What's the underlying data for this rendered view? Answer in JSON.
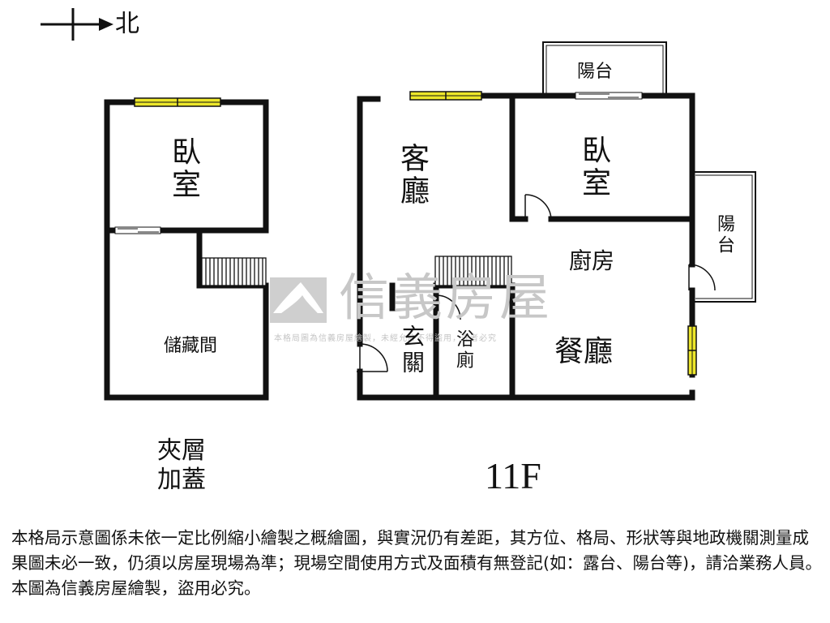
{
  "compass": {
    "direction_label": "北"
  },
  "rooms": {
    "mezz_bedroom": "臥室",
    "storage": "儲藏間",
    "living_room": "客廳",
    "main_bedroom": "臥室",
    "kitchen": "廚房",
    "dining_room": "餐廳",
    "entrance": "玄關",
    "bathroom": "浴廁",
    "balcony_top": "陽台",
    "balcony_right": "陽台"
  },
  "labels": {
    "mezzanine_line1": "夾層",
    "mezzanine_line2": "加蓋",
    "floor": "11F"
  },
  "watermark": {
    "brand_name": "信義房屋",
    "notice": "本格局圖為信義房屋繪製，未經允許不得盜用，違者必究"
  },
  "colors": {
    "wall": "#111111",
    "window_fill": "#ece62a",
    "watermark": "#c7c7c7"
  },
  "disclaimer": "本格局示意圖係未依一定比例縮小繪製之概繪圖，與實況仍有差距，其方位、格局、形狀等與地政機關測量成果圖未必一致，仍須以房屋現場為準；現場空間使用方式及面積有無登記(如：露台、陽台等)，請洽業務人員。本圖為信義房屋繪製，盜用必究。"
}
